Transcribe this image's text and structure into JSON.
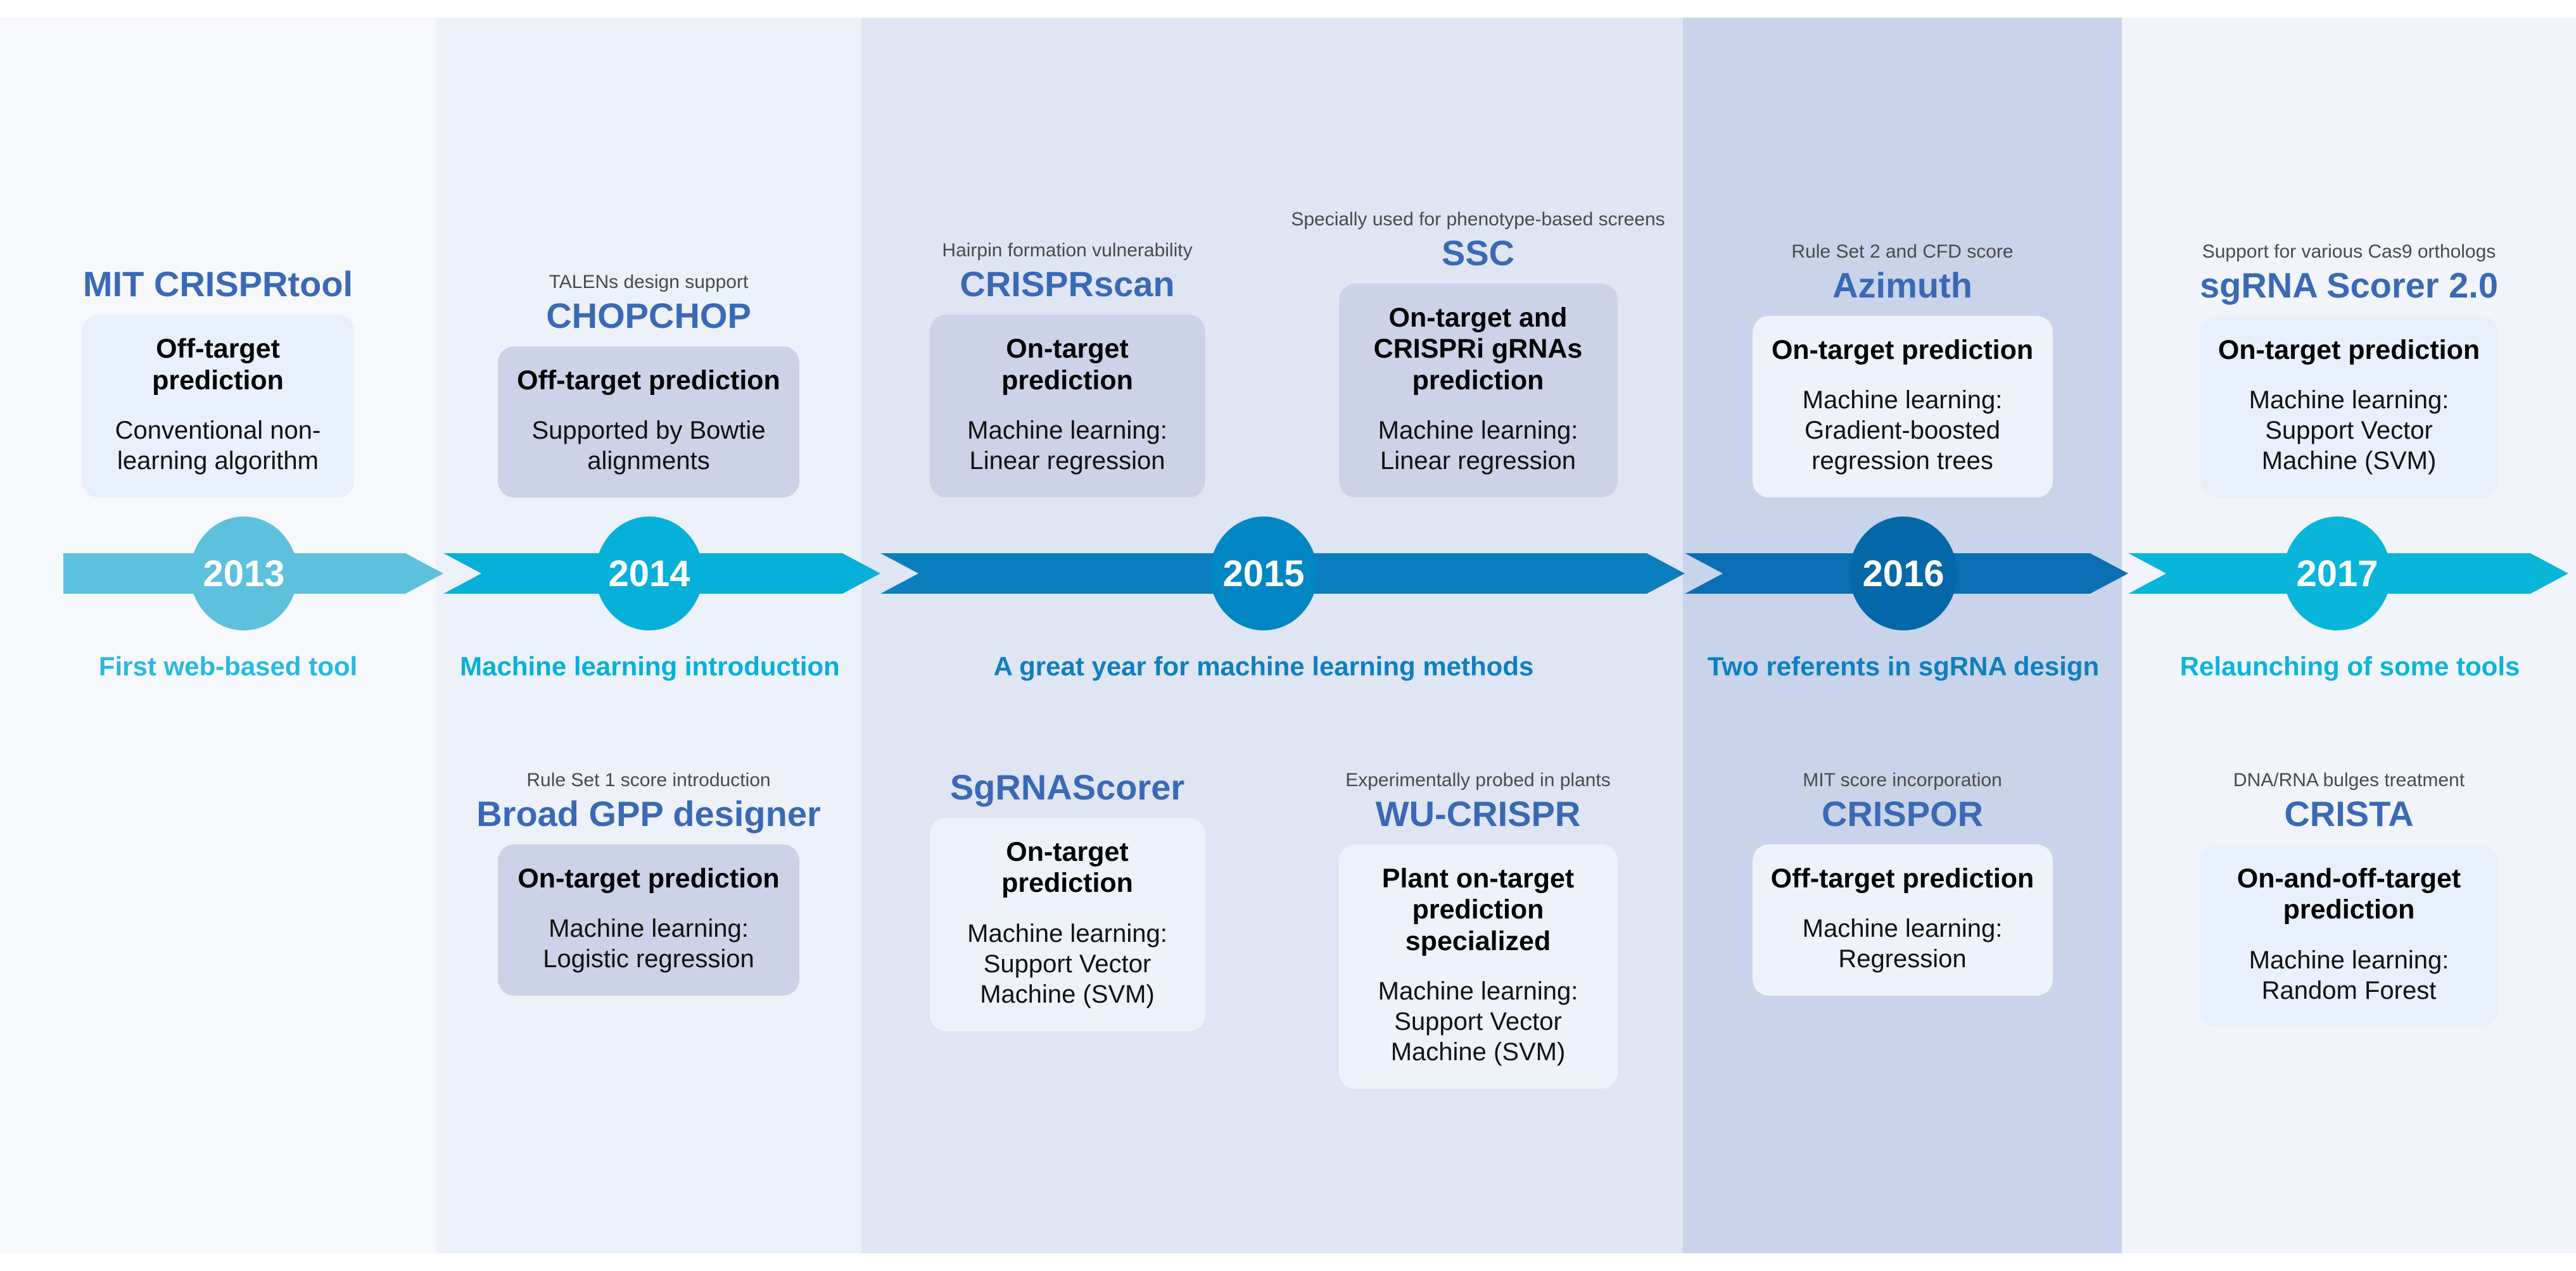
{
  "theme": {
    "tool_name_color": "#3a69b5",
    "caption_color": "#4a4a4a",
    "card_text_color": "#000000",
    "band_colors": [
      "#f6f8fc",
      "#edf1f9",
      "#dfe5f3",
      "#c9d4ea",
      "#f1f4fa"
    ]
  },
  "timeline": {
    "milestones": [
      {
        "year": "2013",
        "label": "First web-based tool",
        "bubble_color": "#5dc0dd",
        "arrow_color": "#5dc0dd",
        "label_color": "#29b9e0"
      },
      {
        "year": "2014",
        "label": "Machine learning introduction",
        "bubble_color": "#06b0d9",
        "arrow_color": "#06b0d9",
        "label_color": "#06b0d9"
      },
      {
        "year": "2015",
        "label": "A great year for machine learning methods",
        "bubble_color": "#0086c3",
        "arrow_color": "#0b7fbd",
        "label_color": "#0f7fc0"
      },
      {
        "year": "2016",
        "label": "Two referents in sgRNA design",
        "bubble_color": "#0468a8",
        "arrow_color": "#0a6fb2",
        "label_color": "#0f7fc0"
      },
      {
        "year": "2017",
        "label": "Relaunching of some tools",
        "bubble_color": "#0ab5da",
        "arrow_color": "#0ab5da",
        "label_color": "#0ab5da"
      }
    ]
  },
  "columns": [
    {
      "id": "col-2013",
      "top": {
        "caption": "",
        "tool": "MIT CRISPRtool",
        "card_style": "light",
        "card_title": "Off-target prediction",
        "card_body": "Conventional non-learning algorithm"
      },
      "bottom": null
    },
    {
      "id": "col-2014",
      "top": {
        "caption": "TALENs design support",
        "tool": "CHOPCHOP",
        "card_style": "medium",
        "card_title": "Off-target prediction",
        "card_body": "Supported by Bowtie alignments"
      },
      "bottom": {
        "caption": "Rule Set 1 score introduction",
        "tool": "Broad GPP designer",
        "card_style": "medium",
        "card_title": "On-target prediction",
        "card_body": "Machine learning: Logistic regression"
      }
    },
    {
      "id": "col-2015-a",
      "top": {
        "caption": "Hairpin formation vulnerability",
        "tool": "CRISPRscan",
        "card_style": "medium",
        "card_title": "On-target prediction",
        "card_body": "Machine learning: Linear regression"
      },
      "bottom": {
        "caption": "",
        "tool": "SgRNAScorer",
        "card_style": "pale",
        "card_title": "On-target prediction",
        "card_body": "Machine learning: Support Vector Machine (SVM)"
      }
    },
    {
      "id": "col-2015-b",
      "top": {
        "caption": "Specially used for phenotype-based screens",
        "tool": "SSC",
        "card_style": "medium",
        "card_title": "On-target and CRISPRi gRNAs prediction",
        "card_body": "Machine learning: Linear regression"
      },
      "bottom": {
        "caption": "Experimentally probed in plants",
        "tool": "WU-CRISPR",
        "card_style": "pale",
        "card_title": "Plant on-target prediction specialized",
        "card_body": "Machine learning: Support Vector Machine (SVM)"
      }
    },
    {
      "id": "col-2016",
      "top": {
        "caption": "Rule Set 2 and CFD score",
        "tool": "Azimuth",
        "card_style": "pale",
        "card_title": "On-target prediction",
        "card_body": "Machine learning: Gradient-boosted regression trees"
      },
      "bottom": {
        "caption": "MIT score incorporation",
        "tool": "CRISPOR",
        "card_style": "pale",
        "card_title": "Off-target prediction",
        "card_body": "Machine learning: Regression"
      }
    },
    {
      "id": "col-2017",
      "top": {
        "caption": "Support for various Cas9 orthologs",
        "tool": "sgRNA Scorer 2.0",
        "card_style": "light",
        "card_title": "On-target prediction",
        "card_body": "Machine learning: Support Vector Machine (SVM)"
      },
      "bottom": {
        "caption": "DNA/RNA bulges treatment",
        "tool": "CRISTA",
        "card_style": "light",
        "card_title": "On-and-off-target prediction",
        "card_body": "Machine learning: Random Forest"
      }
    }
  ]
}
